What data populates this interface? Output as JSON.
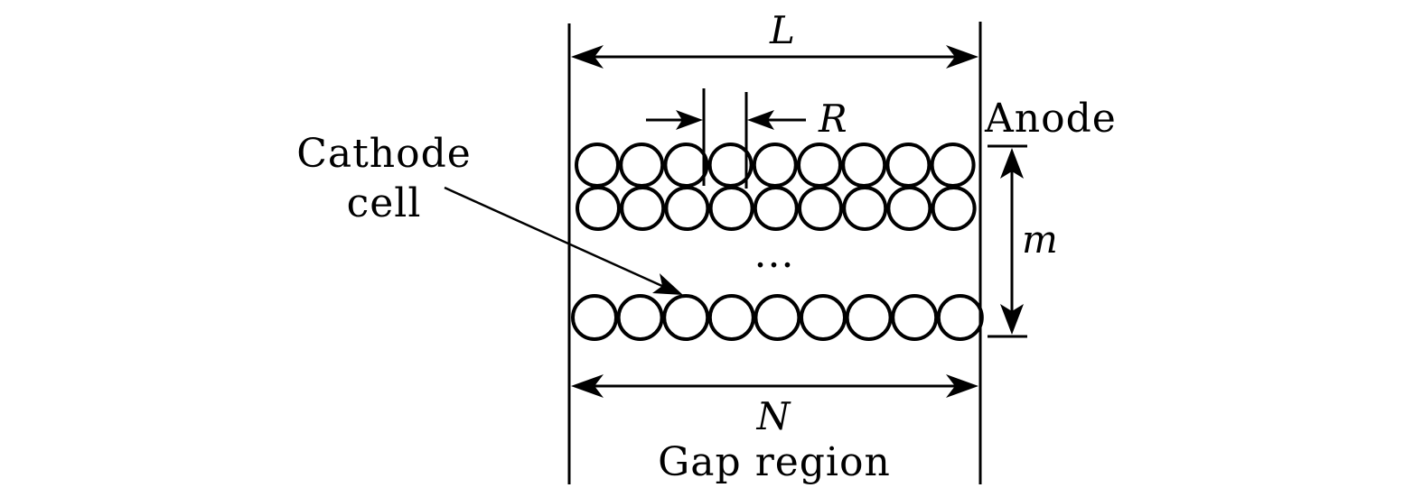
{
  "diagram": {
    "labels": {
      "length": "L",
      "cell_spacing": "R",
      "anode": "Anode",
      "layers": "m",
      "cathode_cell_line1": "Cathode",
      "cathode_cell_line2": "cell",
      "ellipsis": "...",
      "cells_count": "N",
      "gap_region": "Gap region"
    },
    "cell_rows": [
      {
        "name": "row-1",
        "cells": 9
      },
      {
        "name": "row-2",
        "cells": 9
      },
      {
        "name": "row-m",
        "cells": 9
      }
    ],
    "colors": {
      "stroke": "#000000",
      "background": "#ffffff"
    }
  }
}
